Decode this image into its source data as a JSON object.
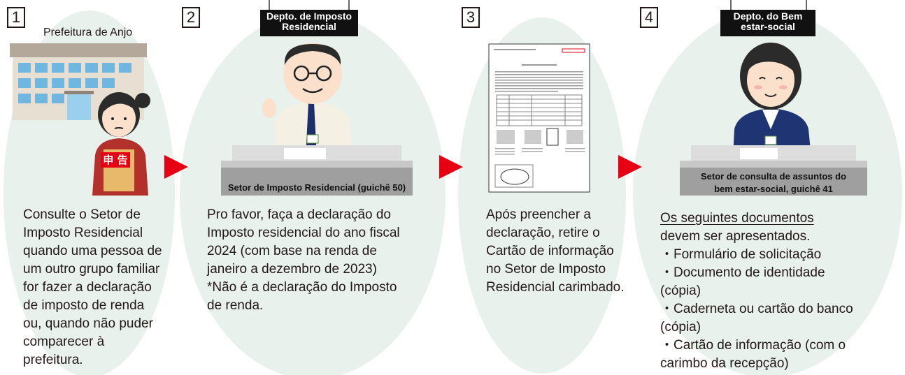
{
  "steps": [
    {
      "number": "1",
      "caption": "Prefeitura de Anjo",
      "badge": "申 告",
      "text": "Consulte o Setor de\nImposto Residencial\nquando uma pessoa de\num outro grupo familiar\nfor fazer a declaração\nde imposto de renda\nou, quando não puder\ncomparecer à\nprefeitura."
    },
    {
      "number": "2",
      "sign": "Depto. de Imposto\nResidencial",
      "counter": "Setor de Imposto Residencial (guichê 50)",
      "text": "Pro favor, faça a declaração do\nImposto residencial do ano fiscal\n2024 (com base na renda de\njaneiro a dezembro de 2023)\n*Não é a declaração do Imposto\n  de renda."
    },
    {
      "number": "3",
      "text": "Após preencher a\ndeclaração, retire o\nCartão de informação\nno Setor de Imposto\nResidencial carimbado."
    },
    {
      "number": "4",
      "sign": "Depto. do Bem\nestar-social",
      "counter": "Setor de consulta de assuntos do\nbem estar-social, guichê 41",
      "intro_line1": "Os seguintes documentos",
      "intro_line2": "devem ser apresentados.",
      "items": [
        "・Formulário de solicitação",
        "・Documento de identidade\n  (cópia)",
        "・Caderneta ou cartão do banco\n  (cópia)",
        "・Cartão de informação (com o\n  carimbo da recepção)"
      ]
    }
  ],
  "colors": {
    "arrow": "#e60012",
    "background_oval": "#e8f1ec",
    "badge": "#e60012"
  }
}
